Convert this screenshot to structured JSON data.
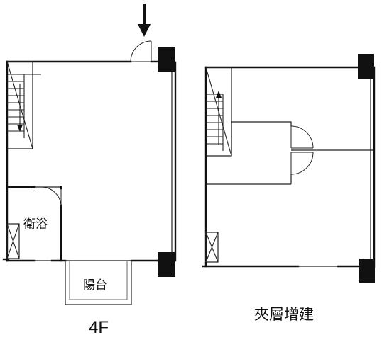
{
  "plan_left": {
    "caption": "4F",
    "rooms": {
      "bathroom": "衛浴",
      "balcony": "陽台"
    }
  },
  "plan_right": {
    "caption": "夾層增建",
    "caption_color": "#d0201a"
  },
  "entrance_arrow_icon": "down-arrow-icon"
}
